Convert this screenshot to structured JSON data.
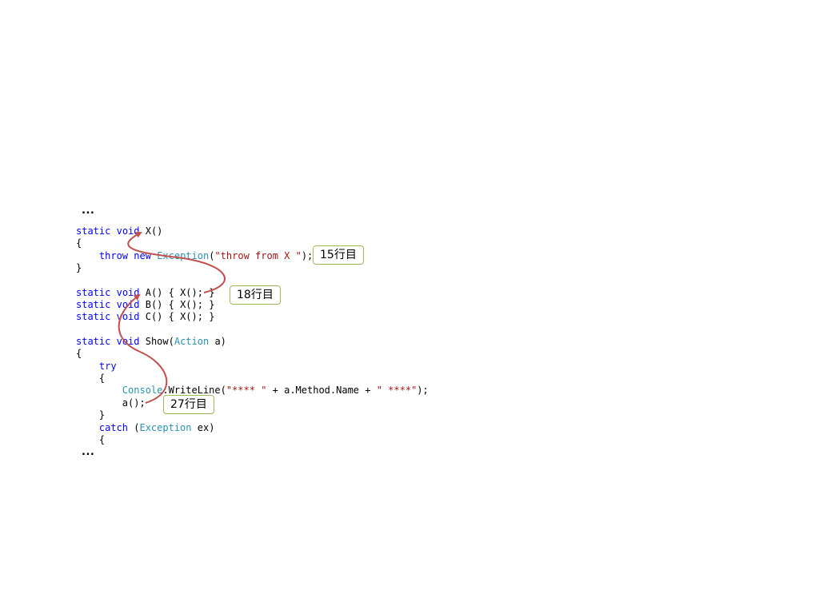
{
  "colors": {
    "keyword": "#0000ff",
    "type": "#2b91af",
    "string": "#a31515",
    "plain": "#000000",
    "arrow": "#c0504d",
    "callout_border": "#9bbb59"
  },
  "ellipsis_top": "...",
  "ellipsis_bottom": "...",
  "code_lines": [
    [
      {
        "t": "static",
        "c": "keyword"
      },
      {
        "t": " "
      },
      {
        "t": "void",
        "c": "keyword"
      },
      {
        "t": " X()"
      }
    ],
    [
      {
        "t": "{"
      }
    ],
    [
      {
        "t": "    "
      },
      {
        "t": "throw",
        "c": "keyword"
      },
      {
        "t": " "
      },
      {
        "t": "new",
        "c": "keyword"
      },
      {
        "t": " "
      },
      {
        "t": "Exception",
        "c": "type"
      },
      {
        "t": "("
      },
      {
        "t": "\"throw from X \"",
        "c": "string"
      },
      {
        "t": ");"
      }
    ],
    [
      {
        "t": "}"
      }
    ],
    [
      {
        "t": ""
      }
    ],
    [
      {
        "t": "static",
        "c": "keyword"
      },
      {
        "t": " "
      },
      {
        "t": "void",
        "c": "keyword"
      },
      {
        "t": " A() { X(); }"
      }
    ],
    [
      {
        "t": "static",
        "c": "keyword"
      },
      {
        "t": " "
      },
      {
        "t": "void",
        "c": "keyword"
      },
      {
        "t": " B() { X(); }"
      }
    ],
    [
      {
        "t": "static",
        "c": "keyword"
      },
      {
        "t": " "
      },
      {
        "t": "void",
        "c": "keyword"
      },
      {
        "t": " C() { X(); }"
      }
    ],
    [
      {
        "t": ""
      }
    ],
    [
      {
        "t": "static",
        "c": "keyword"
      },
      {
        "t": " "
      },
      {
        "t": "void",
        "c": "keyword"
      },
      {
        "t": " Show("
      },
      {
        "t": "Action",
        "c": "type"
      },
      {
        "t": " a)"
      }
    ],
    [
      {
        "t": "{"
      }
    ],
    [
      {
        "t": "    "
      },
      {
        "t": "try",
        "c": "keyword"
      }
    ],
    [
      {
        "t": "    {"
      }
    ],
    [
      {
        "t": "        "
      },
      {
        "t": "Console",
        "c": "type"
      },
      {
        "t": ".WriteLine("
      },
      {
        "t": "\"**** \"",
        "c": "string"
      },
      {
        "t": " + a.Method.Name + "
      },
      {
        "t": "\" ****\"",
        "c": "string"
      },
      {
        "t": ");"
      }
    ],
    [
      {
        "t": "        a();"
      }
    ],
    [
      {
        "t": "    }"
      }
    ],
    [
      {
        "t": "    "
      },
      {
        "t": "catch",
        "c": "keyword"
      },
      {
        "t": " ("
      },
      {
        "t": "Exception",
        "c": "type"
      },
      {
        "t": " ex)"
      }
    ],
    [
      {
        "t": "    {"
      }
    ]
  ],
  "callouts": {
    "line15": "15行目",
    "line18": "18行目",
    "line27": "27行目"
  }
}
